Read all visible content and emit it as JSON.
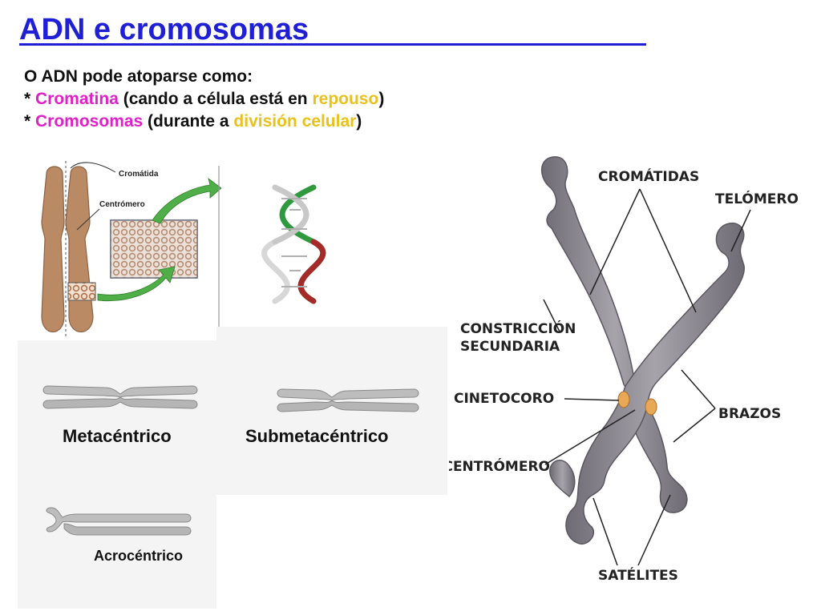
{
  "title": "ADN e cromosomas",
  "intro": {
    "line1": "O ADN pode atoparse como:",
    "line2": {
      "prefix": "* ",
      "term": "Cromatina",
      "mid": " (cando a célula está en ",
      "state": "repouso",
      "suffix": ")"
    },
    "line3": {
      "prefix": "* ",
      "term": "Cromosomas",
      "mid": " (durante a ",
      "state": "división celular",
      "suffix": ")"
    }
  },
  "colors": {
    "title": "#1f1fd6",
    "term": "#e020c8",
    "state": "#e8c21a",
    "chromosome_brown": "#b98a64",
    "chromosome_grey": "#8f8b94",
    "arrow_green": "#4fae48"
  },
  "left_diagram": {
    "chromatid_label": "Cromátida",
    "centromere_label": "Centrómero"
  },
  "types": {
    "metacentric": "Metacéntrico",
    "submetacentric": "Submetacéntrico",
    "acrocentric": "Acrocéntrico"
  },
  "structure": {
    "chromatids": "CROMÁTIDAS",
    "telomere": "TELÓMERO",
    "constriction_line1": "CONSTRICCIÓN",
    "constriction_line2": "SECUNDARIA",
    "kinetochore": "CINETOCORO",
    "arms": "BRAZOS",
    "centromere": "CENTRÓMERO",
    "satellites": "SATÉLITES"
  }
}
